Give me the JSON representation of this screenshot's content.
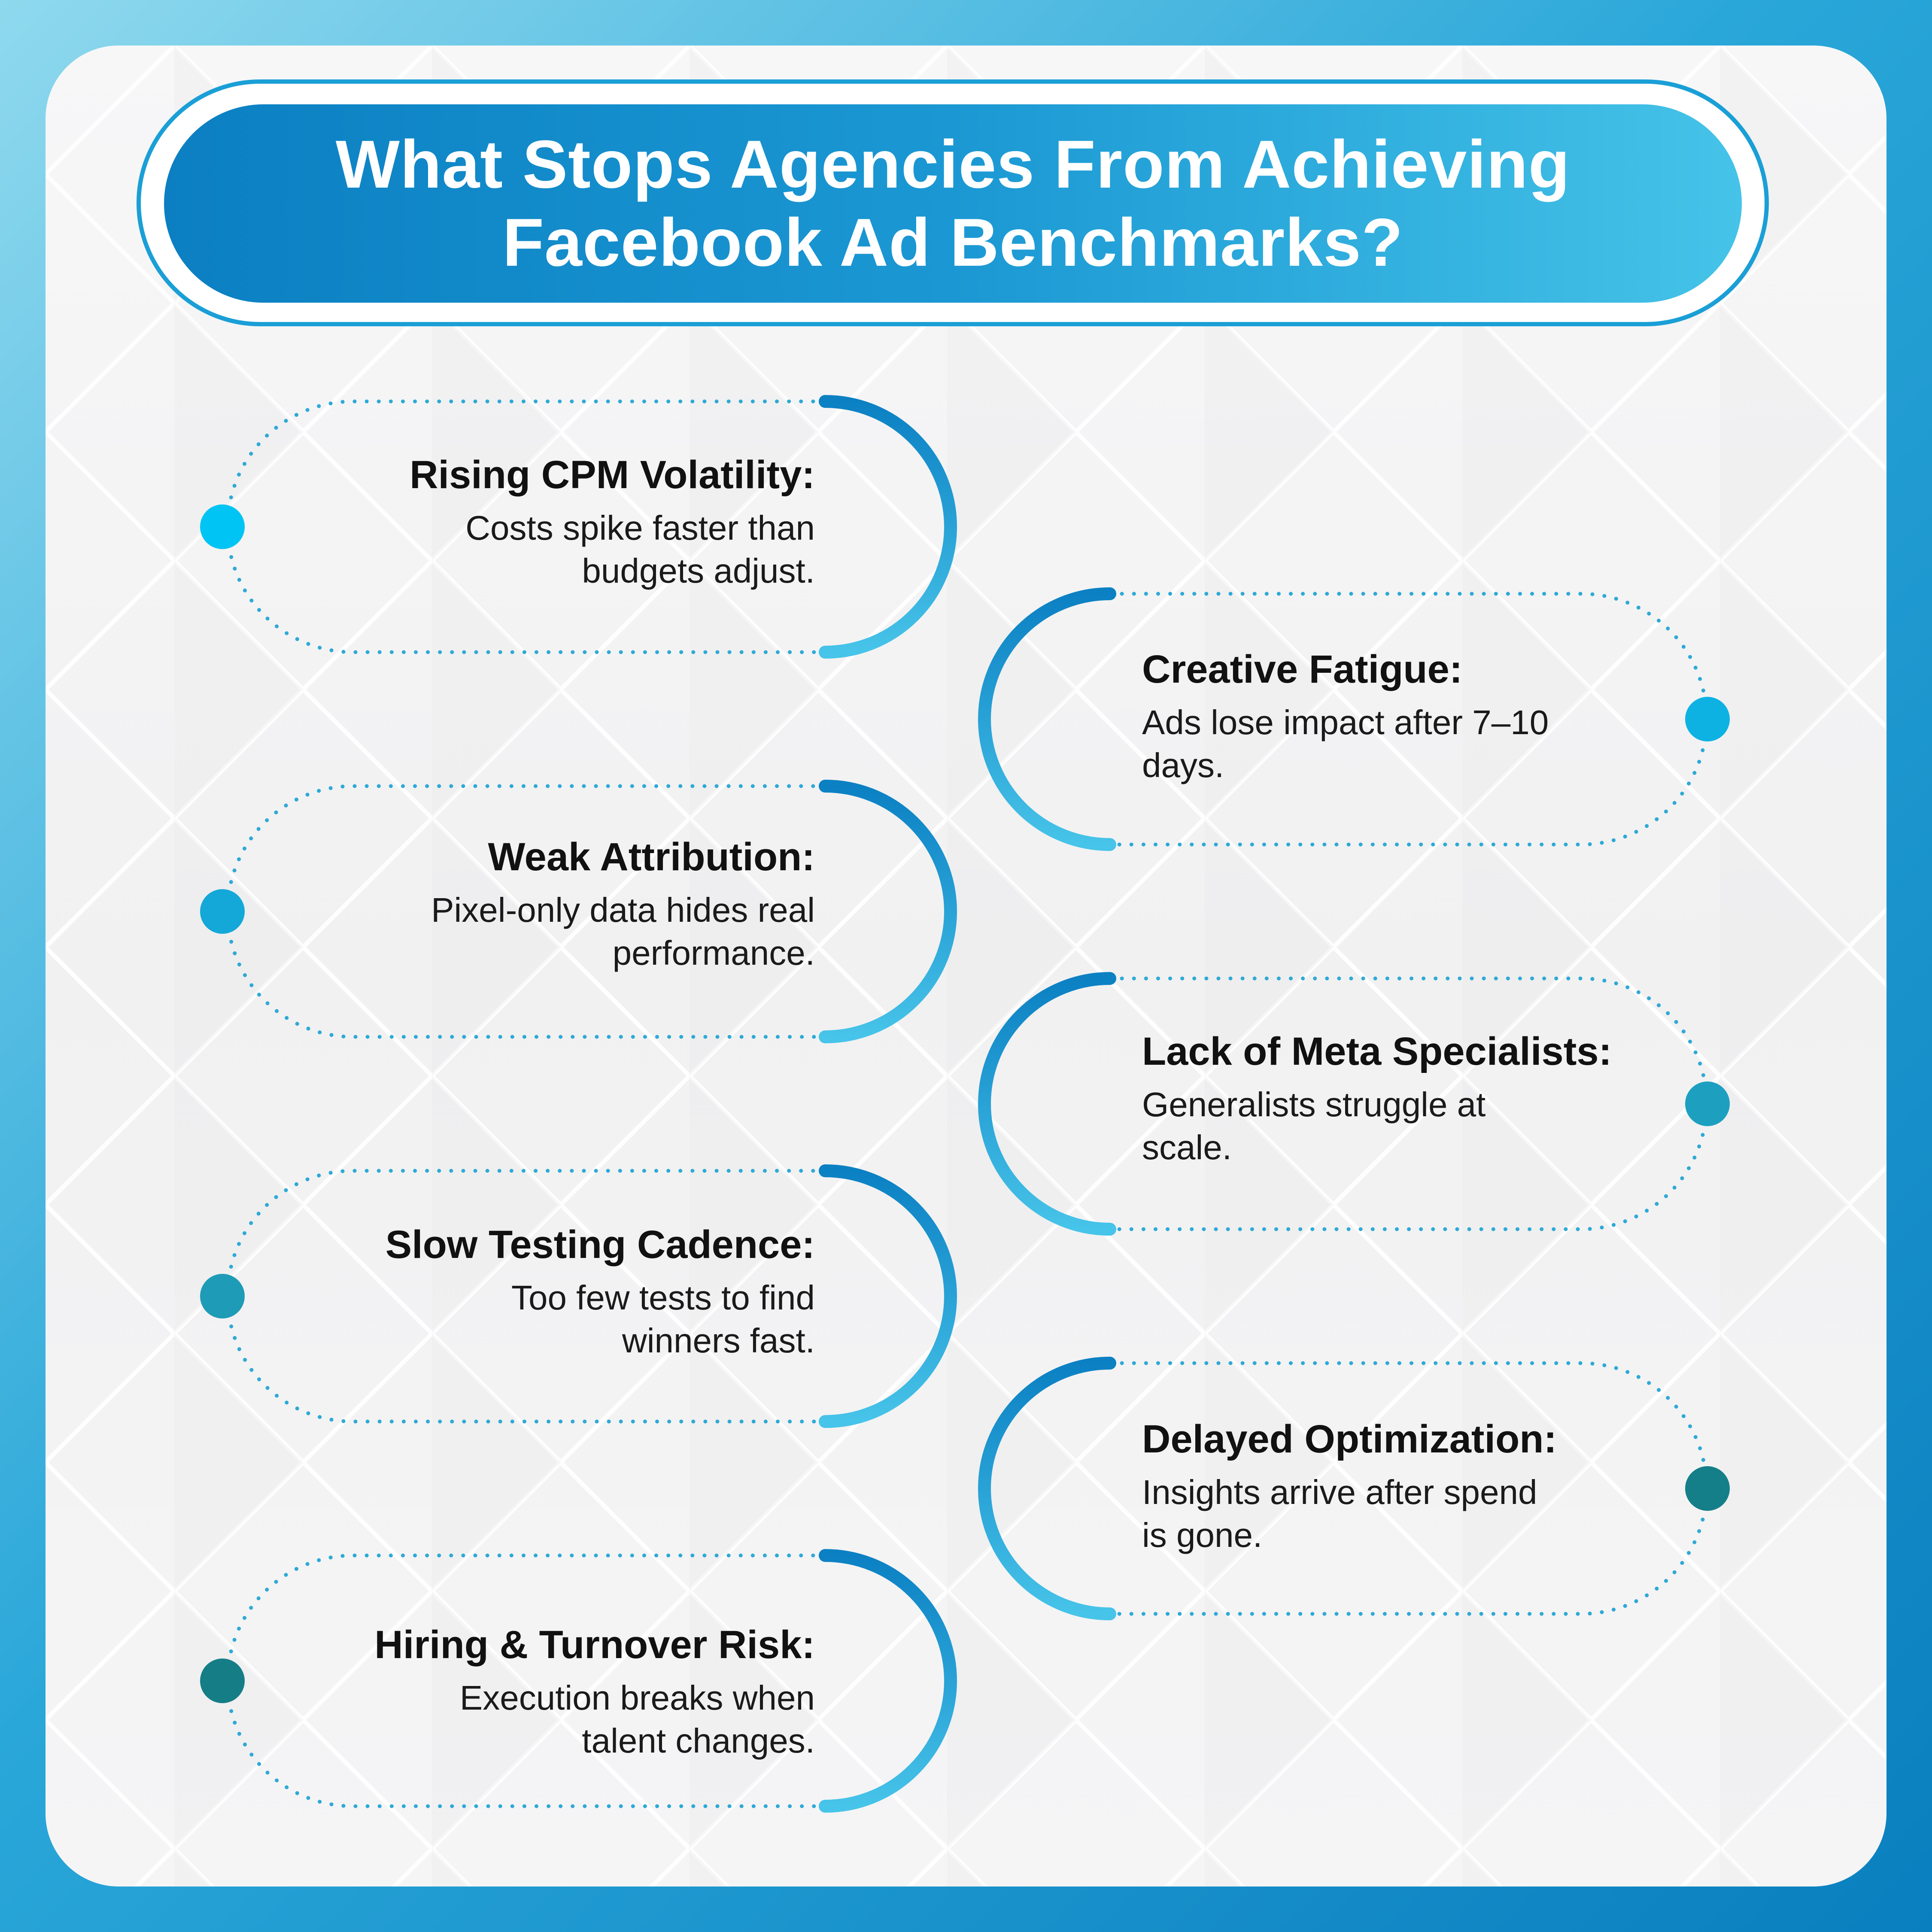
{
  "title": {
    "line1": "What Stops Agencies From Achieving",
    "line2": "Facebook Ad Benchmarks?"
  },
  "colors": {
    "accent_dark": "#0b7fc2",
    "accent_light": "#45c3e8",
    "text": "#111111"
  },
  "items": [
    {
      "title": "Rising CPM Volatility:",
      "description": "Costs spike faster than budgets adjust.",
      "side": "left",
      "dot_color": "#00c4f3"
    },
    {
      "title": "Creative Fatigue:",
      "description": "Ads lose impact after 7–10 days.",
      "side": "right",
      "dot_color": "#0db2e3"
    },
    {
      "title": "Weak Attribution:",
      "description": "Pixel-only data hides real performance.",
      "side": "left",
      "dot_color": "#13a8d8"
    },
    {
      "title": "Lack of Meta Specialists:",
      "description": "Generalists struggle at scale.",
      "side": "right",
      "dot_color": "#1d9fc0"
    },
    {
      "title": "Slow Testing Cadence:",
      "description": "Too few tests to find winners fast.",
      "side": "left",
      "dot_color": "#1e9bb7"
    },
    {
      "title": "Delayed Optimization:",
      "description": "Insights arrive after spend is gone.",
      "side": "right",
      "dot_color": "#147f88"
    },
    {
      "title": "Hiring & Turnover Risk:",
      "description": "Execution breaks when talent changes.",
      "side": "left",
      "dot_color": "#157d86"
    }
  ]
}
